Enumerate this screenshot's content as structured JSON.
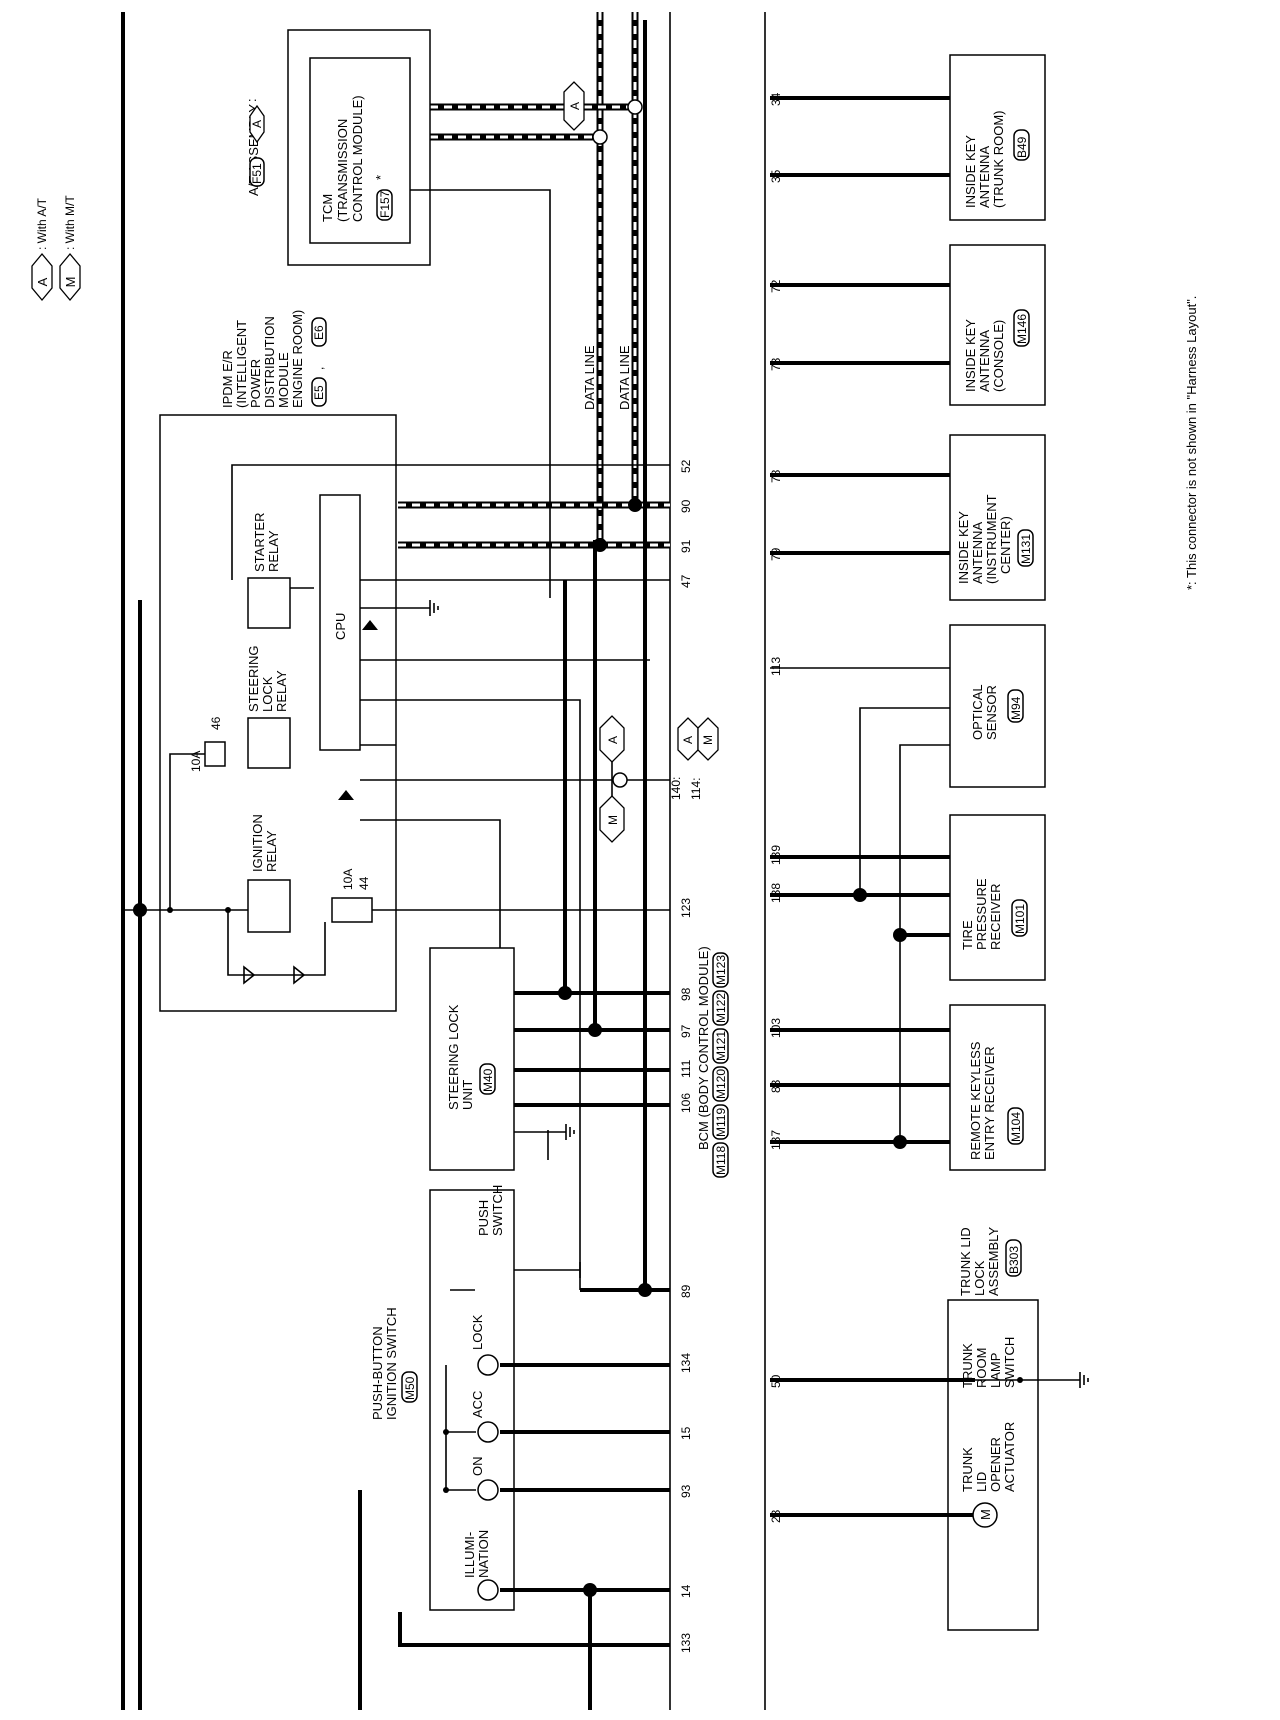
{
  "legend": {
    "at_code": "A",
    "at_text": ": With A/T",
    "mt_code": "M",
    "mt_text": ": With M/T"
  },
  "footnote": "*: This connector is not shown in \"Harness Layout\".",
  "data_line_1": "DATA LINE",
  "data_line_2": "DATA LINE",
  "tcm": {
    "title": "A/T ASSEMBLY",
    "conn_a": "F51",
    "lines": [
      "TCM",
      "(TRANSMISSION",
      "CONTROL MODULE)"
    ],
    "star": "*",
    "conn_b": "F157"
  },
  "ipdm": {
    "lines": [
      "IPDM E/R",
      "(INTELLIGENT",
      "POWER",
      "DISTRIBUTION",
      "MODULE",
      "ENGINE ROOM)"
    ],
    "conn_a": "E5",
    "conn_b": "E6",
    "starter_relay": [
      "STARTER",
      "RELAY"
    ],
    "steering_lock_relay": [
      "STEERING",
      "LOCK",
      "RELAY"
    ],
    "ignition_relay": [
      "IGNITION",
      "RELAY"
    ],
    "cpu": "CPU",
    "fuse_a": "10A",
    "fuse_a_no": "46",
    "fuse_b": "10A",
    "fuse_b_no": "44"
  },
  "steering_lock_unit": {
    "lines": [
      "STEERING LOCK",
      "UNIT"
    ],
    "conn": "M40"
  },
  "push_button": {
    "lines": [
      "PUSH-BUTTON",
      "IGNITION SWITCH"
    ],
    "conn": "M50",
    "push_switch": [
      "PUSH",
      "SWITCH"
    ],
    "illumination": [
      "ILLUMI-",
      "NATION"
    ],
    "on": "ON",
    "acc": "ACC",
    "lock": "LOCK"
  },
  "bcm": {
    "label": "BCM (BODY CONTROL MODULE)",
    "conns": [
      "M118",
      "M119",
      "M120",
      "M121",
      "M122",
      "M123"
    ],
    "pins_top": [
      "133",
      "14",
      "93",
      "15",
      "134",
      "89",
      "106",
      "111",
      "97",
      "98",
      "123",
      "140",
      "114",
      "47",
      "91",
      "90",
      "52"
    ],
    "pins_bottom": [
      "23",
      "50",
      "137",
      "83",
      "103",
      "138",
      "139",
      "113",
      "79",
      "78",
      "73",
      "72",
      "35",
      "34"
    ],
    "at_pin": "140:",
    "mt_pin": "114:"
  },
  "components": {
    "inside_key_trunk": {
      "lines": [
        "INSIDE KEY",
        "ANTENNA",
        "(TRUNK ROOM)"
      ],
      "conn": "B49"
    },
    "inside_key_console": {
      "lines": [
        "INSIDE KEY",
        "ANTENNA",
        "(CONSOLE)"
      ],
      "conn": "M146"
    },
    "inside_key_instr": {
      "lines": [
        "INSIDE KEY",
        "ANTENNA",
        "(INSTRUMENT",
        "CENTER)"
      ],
      "conn": "M131"
    },
    "optical_sensor": {
      "lines": [
        "OPTICAL",
        "SENSOR"
      ],
      "conn": "M94"
    },
    "tire_pressure": {
      "lines": [
        "TIRE",
        "PRESSURE",
        "RECEIVER"
      ],
      "conn": "M101"
    },
    "remote_keyless": {
      "lines": [
        "REMOTE KEYLESS",
        "ENTRY RECEIVER"
      ],
      "conn": "M104"
    },
    "trunk_lid_lock": {
      "lines": [
        "TRUNK LID",
        "LOCK",
        "ASSEMBLY"
      ],
      "conn": "B303"
    },
    "trunk_room_lamp": [
      "TRUNK",
      "ROOM",
      "LAMP",
      "SWITCH"
    ],
    "trunk_lid_opener": [
      "TRUNK",
      "LID",
      "OPENER",
      "ACTUATOR"
    ],
    "motor": "M"
  }
}
